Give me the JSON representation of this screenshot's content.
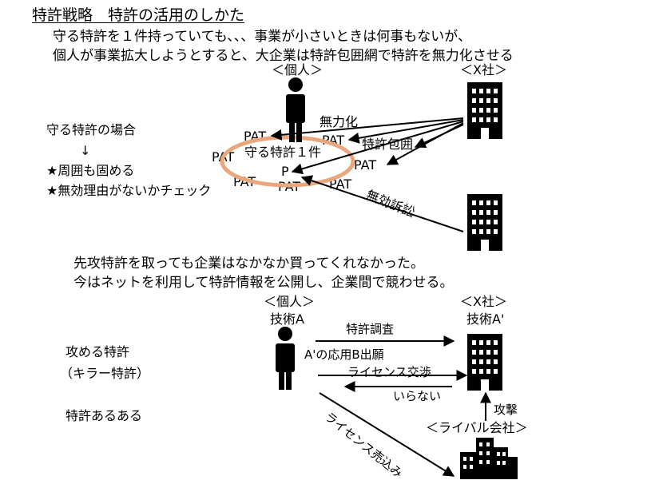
{
  "title": "特許戦略　特許の活用のしかた",
  "intro": {
    "line1": "守る特許を１件持っていても、、、事業が小さいときは何事もないが、",
    "line2": "個人が事業拡大しようとすると、大企業は特許包囲網で特許を無力化させる"
  },
  "top": {
    "individual_label": "＜個人＞",
    "company_label": "＜X社＞",
    "left_notes": [
      "守る特許の場合",
      "↓",
      "★周囲も固める",
      "★無効理由がないかチェック"
    ],
    "core_patent": {
      "label": "守る特許１件",
      "mark": "P"
    },
    "pat_label": "PAT",
    "pat_count": 7,
    "arrow_labels": {
      "nullify": "無力化",
      "encircle": "特許包囲",
      "invalidation": "無効訴訟"
    }
  },
  "middle": {
    "line1": "先攻特許を取っても企業はなかなか買ってくれなかった。",
    "line2": "今はネットを利用して特許情報を公開し、企業間で競わせる。"
  },
  "bottom": {
    "individual_label": "＜個人＞",
    "individual_tech": "技術A",
    "company_label": "＜X社＞",
    "company_tech": "技術A'",
    "rival_label": "＜ライバル会社＞",
    "left_notes": [
      "攻める特許",
      "（キラー特許）",
      "特許あるある"
    ],
    "arrow_labels": {
      "survey": "特許調査",
      "application": "A'の応用B出願",
      "negotiation": "ライセンス交渉",
      "refuse": "いらない",
      "attack": "攻撃",
      "sell": "ライセンス売込み"
    }
  },
  "colors": {
    "ellipse": "#E8A77C",
    "ink": "#000000"
  }
}
